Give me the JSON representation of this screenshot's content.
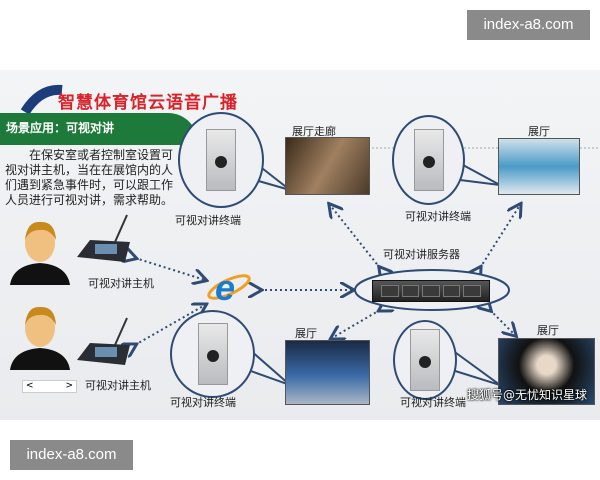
{
  "watermarks": {
    "top": "index-a8.com",
    "bottom": "index-a8.com",
    "sohu": "搜狐号@无忧知识星球"
  },
  "slide": {
    "title": "智慧体育馆云语音广播",
    "banner": "场景应用：可视对讲",
    "description": "在保安室或者控制室设置可视对讲主机，当在在展馆内的人们遇到紧急事件时，可以跟工作人员进行可视对讲，需求帮助。",
    "host_labels": [
      "可视对讲主机",
      "可视对讲主机"
    ],
    "terminal_labels": [
      "可视对讲终端",
      "可视对讲终端",
      "可视对讲终端",
      "可视对讲终端"
    ],
    "server_label": "可视对讲服务器",
    "photo_labels": [
      "展厅走廊",
      "展厅",
      "展厅",
      "展厅"
    ],
    "nav": {
      "prev": "<",
      "next": ">"
    }
  },
  "colors": {
    "title": "#d8232a",
    "banner": "#1e7a3a",
    "outline": "#2f4b73"
  }
}
